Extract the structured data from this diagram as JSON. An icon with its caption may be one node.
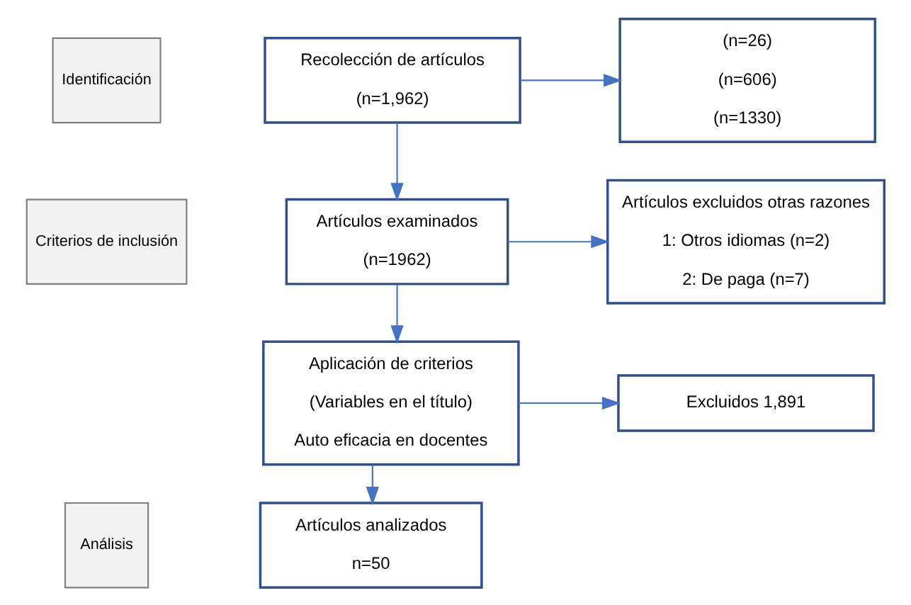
{
  "diagram": {
    "nodes": [
      {
        "text": [
          "Identificación"
        ]
      },
      {
        "text": [
          "Recolección de artículos",
          "(n=1,962)"
        ]
      },
      {
        "text": [
          "(n=26)",
          "(n=606)",
          "(n=1330)"
        ]
      },
      {
        "text": [
          "Criterios de inclusión"
        ]
      },
      {
        "text": [
          "Artículos examinados",
          "(n=1962)"
        ]
      },
      {
        "text": [
          "Artículos excluidos otras razones",
          "1: Otros idiomas (n=2)",
          "2: De paga (n=7)"
        ]
      },
      {
        "text": [
          "Aplicación de criterios",
          "(Variables en el título)",
          "Auto eficacia en docentes"
        ]
      },
      {
        "text": [
          "Excluidos 1,891"
        ]
      },
      {
        "text": [
          "Análisis"
        ]
      },
      {
        "text": [
          "Artículos analizados",
          "n=50"
        ]
      }
    ],
    "edges": [
      {
        "from": 1,
        "to": 2,
        "arrow": "to"
      },
      {
        "from": 1,
        "to": 4,
        "arrow": "to"
      },
      {
        "from": 4,
        "to": 5,
        "arrow": "to"
      },
      {
        "from": 4,
        "to": 6,
        "arrow": "to"
      },
      {
        "from": 6,
        "to": 7,
        "arrow": "to"
      },
      {
        "from": 6,
        "to": 9,
        "arrow": "to"
      }
    ]
  }
}
